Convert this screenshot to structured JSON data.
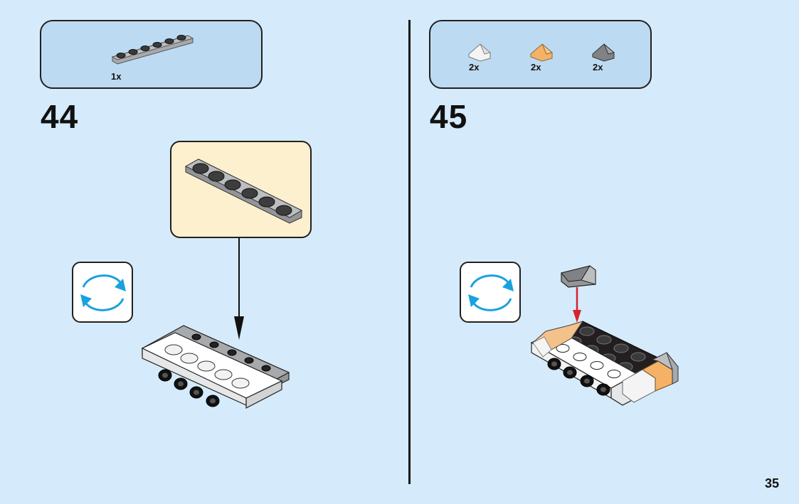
{
  "page": {
    "number": "35"
  },
  "steps": [
    {
      "number": "44",
      "parts": [
        {
          "piece": "plate-1x6-light-gray",
          "quantity": "1x"
        }
      ],
      "callout": {
        "piece": "plate-1x6-light-gray"
      },
      "rotate_icon": "rotate-model-icon"
    },
    {
      "number": "45",
      "parts": [
        {
          "piece": "slope-1x1-transparent-clear",
          "quantity": "2x"
        },
        {
          "piece": "slope-1x1-transparent-orange",
          "quantity": "2x"
        },
        {
          "piece": "slope-1x1-dark-gray",
          "quantity": "2x"
        }
      ],
      "rotate_icon": "rotate-model-icon"
    }
  ],
  "colors": {
    "background": "#d5ebfb",
    "parts_box": "#bcdbf3",
    "callout": "#fdf0cf",
    "rotate_arrows": "#1aa1e0",
    "placement_arrow": "#d8202e"
  }
}
